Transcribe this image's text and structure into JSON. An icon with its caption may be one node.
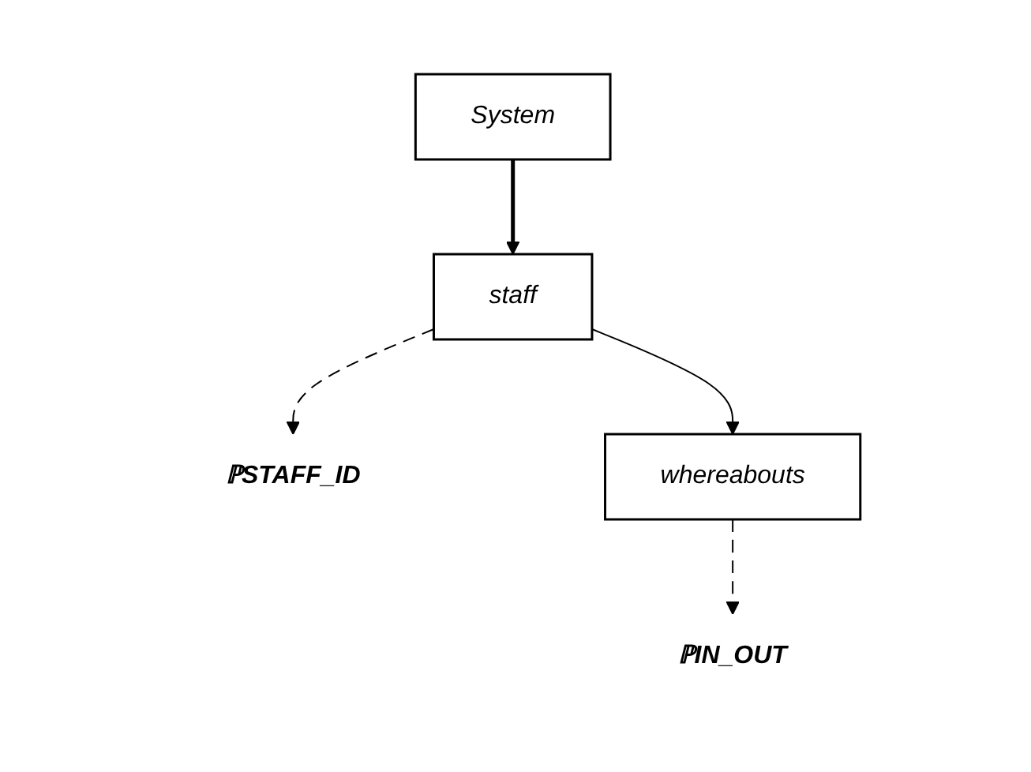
{
  "diagram": {
    "nodes": [
      {
        "text": [
          "System"
        ]
      },
      {
        "text": [
          "staff"
        ]
      },
      {
        "text": [
          "ℙSTAFF_ID"
        ]
      },
      {
        "text": [
          "whereabouts"
        ]
      },
      {
        "text": [
          "ℙIN_OUT"
        ]
      }
    ],
    "edges": [
      {
        "from": 0,
        "to": 1,
        "arrow": "to",
        "style": "thick"
      },
      {
        "from": 1,
        "to": 2,
        "arrow": "to",
        "style": "dashed"
      },
      {
        "from": 1,
        "to": 3,
        "arrow": "to"
      },
      {
        "from": 3,
        "to": 4,
        "arrow": "to",
        "style": "dashed"
      }
    ]
  }
}
